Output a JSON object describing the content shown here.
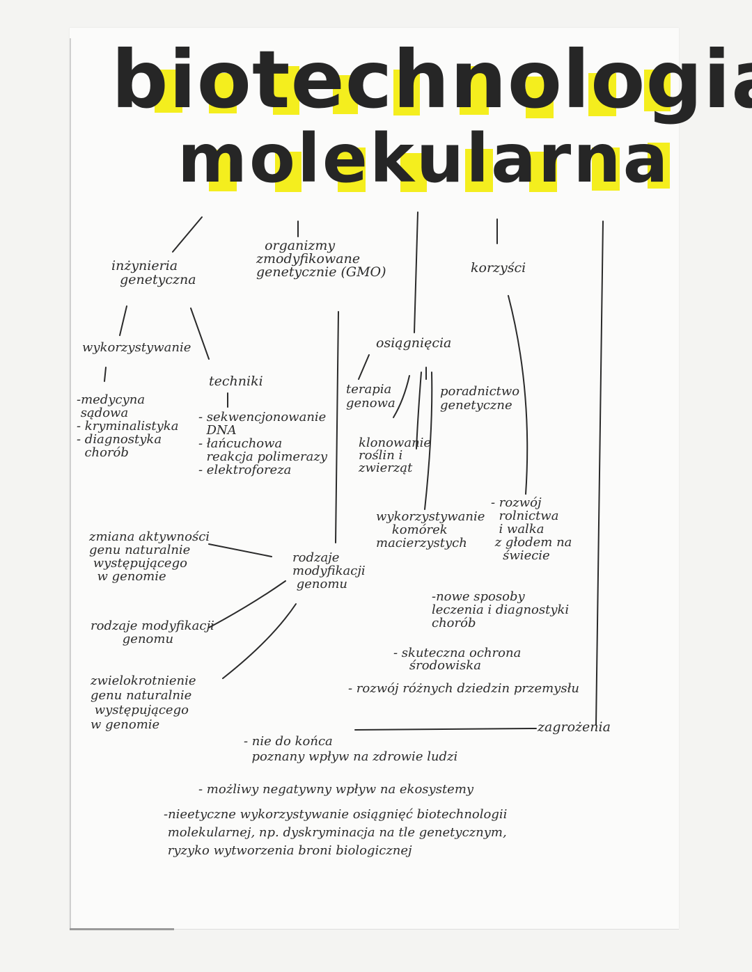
{
  "title": {
    "line1": "biotechnologia",
    "line2": "molekularna",
    "highlight_color": "#f4ee1e",
    "ink_color": "#262626"
  },
  "nodes": {
    "inzynieria": "inżynieria\n  genetyczna",
    "gmo": "  organizmy\nzmodyfikowane\ngenetycznie (GMO)",
    "korzysci": "korzyści",
    "wykorzystywanie": "wykorzystywanie",
    "techniki": "techniki",
    "wykorzystywanie_list": "-medycyna\n sądowa\n- kryminalistyka\n- diagnostyka\n  chorób",
    "techniki_list": "- sekwencjonowanie\n  DNA\n- łańcuchowa\n  reakcja polimerazy\n- elektroforeza",
    "osiagniecia": "osiągnięcia",
    "terapia": "terapia\ngenowa",
    "poradnictwo": "poradnictwo\ngenetyczne",
    "klonowanie": "klonowanie\nroślin i\nzwierząt",
    "komorki": "wykorzystywanie\n    komórek\nmacierzystych",
    "zmiana": "zmiana aktywności\ngenu naturalnie\n występującego\n  w genomie",
    "rodzaje_center": "rodzaje\nmodyfikacji\n genomu",
    "rodzaje_left": "rodzaje modyfikacji\n        genomu",
    "zwielokrotnienie": "zwielokrotnienie\ngenu naturalnie\n występującego\nw genomie",
    "korzysci_list1": "- rozwój\n  rolnictwa\n  i walka\n z głodem na\n   świecie",
    "korzysci_list2": "-nowe sposoby\nleczenia i diagnostyki\nchorób",
    "korzysci_list3": "- skuteczna ochrona\n    środowiska",
    "korzysci_list4": "- rozwój różnych dziedzin przemysłu",
    "zagrozenia": "zagrożenia",
    "zagrozenia_list1": "- nie do końca\n  poznany wpływ na zdrowie ludzi",
    "zagrozenia_list2": "- możliwy negatywny wpływ na ekosystemy",
    "zagrozenia_list3": "-nieetyczne wykorzystywanie osiągnięć biotechnologii\n molekularnej, np. dyskryminacja na tle genetycznym,\n ryzyko wytworzenia broni biologicznej"
  }
}
